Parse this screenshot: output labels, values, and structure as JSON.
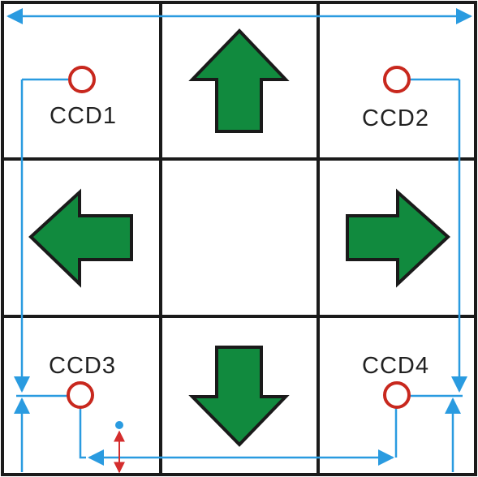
{
  "labels": {
    "ccd1": "CCD1",
    "ccd2": "CCD2",
    "ccd3": "CCD3",
    "ccd4": "CCD4"
  },
  "colors": {
    "grid": "#1a1a1a",
    "arrow_fill": "#118a3e",
    "arrow_stroke": "#1a1a1a",
    "ccd_marker": "#c8281e",
    "dimension": "#2a9be0",
    "small_dimension": "#d42d2d",
    "text": "#222222"
  },
  "arrows": [
    {
      "name": "up-arrow",
      "direction": "up"
    },
    {
      "name": "left-arrow",
      "direction": "left"
    },
    {
      "name": "right-arrow",
      "direction": "right"
    },
    {
      "name": "down-arrow",
      "direction": "down"
    }
  ]
}
